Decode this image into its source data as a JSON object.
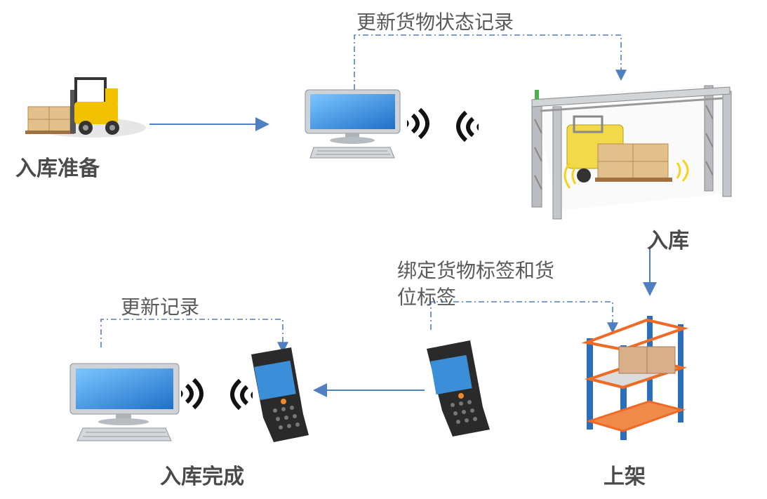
{
  "labels": {
    "step1": "入库准备",
    "step2": "入库",
    "step3": "上架",
    "step4": "入库完成",
    "note_update_status": "更新货物状态记录",
    "note_bind_line1": "绑定货物标签和货",
    "note_bind_line2": "位标签",
    "note_update_record": "更新记录"
  },
  "colors": {
    "arrow": "#4f7fc0",
    "text": "#5a5a5a",
    "screen": "#2f8fe0",
    "rack_blue": "#2a6fb8",
    "rack_orange": "#ef6a24",
    "forklift_yellow": "#f2c200",
    "box": "#e2c08c"
  },
  "icons": [
    "forklift-icon",
    "desktop-computer-icon",
    "wireless-signal-icon",
    "rfid-gate-icon",
    "storage-rack-icon",
    "handheld-terminal-icon"
  ]
}
